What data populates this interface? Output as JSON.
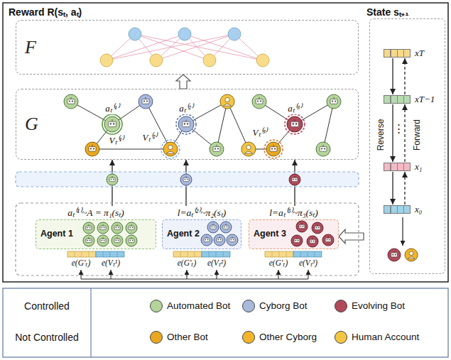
{
  "diagram": {
    "nodes": [
      {
        "text": [
          "Reward R(sₜ, aₜ)"
        ]
      },
      {
        "text": [
          "F"
        ],
        "in": 0
      },
      {
        "text": [
          "G"
        ],
        "in": 0
      },
      {
        "text": [
          "aₜ⁽¹⁾~A = π₁(sₜ)",
          "Agent 1"
        ],
        "in": 0
      },
      {
        "text": [
          "l=aₜ⁽²⁾~π₂(sₜ)",
          "Agent 2"
        ],
        "in": 0
      },
      {
        "text": [
          "l=aₜ⁽³⁾~π₃(sₜ)",
          "Agent 3"
        ],
        "in": 0
      },
      {
        "text": [
          "State sₜ₊₁"
        ],
        "in": 0
      },
      {
        "text": [
          "xT"
        ],
        "in": 6
      },
      {
        "text": [
          "xT−1"
        ],
        "in": 6
      },
      {
        "text": [
          "x₁"
        ],
        "in": 6
      },
      {
        "text": [
          "x₀"
        ],
        "in": 6
      }
    ],
    "edges": [
      {
        "from": 2,
        "to": 1,
        "arrow": "to"
      },
      {
        "from": 3,
        "to": 2,
        "arrow": "to"
      },
      {
        "from": 4,
        "to": 2,
        "arrow": "to"
      },
      {
        "from": 5,
        "to": 2,
        "arrow": "to"
      },
      {
        "from": 6,
        "to": 5,
        "arrow": "to"
      },
      {
        "from": 7,
        "to": 8,
        "arrow": "to"
      },
      {
        "from": 8,
        "to": 7,
        "arrow": "to"
      },
      {
        "from": 8,
        "to": 9,
        "arrow": "to"
      },
      {
        "from": 9,
        "to": 8,
        "arrow": "to"
      },
      {
        "from": 9,
        "to": 10,
        "arrow": "to"
      },
      {
        "from": 10,
        "to": 9,
        "arrow": "to"
      }
    ],
    "labels": [
      "aₜ⁽¹⁾",
      "Vₜ⁽¹⁾",
      "Vₜ⁽²⁾",
      "aₜ⁽²⁾",
      "Vₜ⁽³⁾",
      "aₜ⁽³⁾",
      "e(G′ₜ)",
      "e(Vₜ¹)",
      "e(G′ₜ)",
      "e(Vₜ²)",
      "e(G′ₜ)",
      "e(Vₜ³)",
      "Reverse",
      "Forward",
      "⋮",
      "Controlled",
      "Not Controlled"
    ],
    "legend": [
      {
        "text": "Automated Bot",
        "color": "#b5d49a"
      },
      {
        "text": "Cyborg Bot",
        "color": "#a9b9dc"
      },
      {
        "text": "Evolving Bot",
        "color": "#b04a5a"
      },
      {
        "text": "Other Bot",
        "color": "#e9a820"
      },
      {
        "text": "Other Cyborg",
        "color": "#f2b52a"
      },
      {
        "text": "Human Account",
        "color": "#f4c542"
      }
    ]
  }
}
